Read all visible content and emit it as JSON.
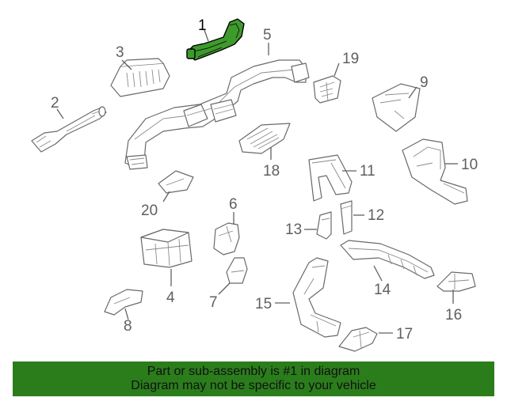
{
  "diagram": {
    "callouts": [
      "1",
      "2",
      "3",
      "4",
      "5",
      "6",
      "7",
      "8",
      "9",
      "10",
      "11",
      "12",
      "13",
      "14",
      "15",
      "16",
      "17",
      "18",
      "19",
      "20"
    ],
    "highlighted_part": "1",
    "highlight_color": "#3f9a2d",
    "banner_color": "#2b7d1c"
  },
  "banner": {
    "line1": "Part or sub-assembly is #1 in diagram",
    "line2": "Diagram may not be specific to your vehicle"
  }
}
